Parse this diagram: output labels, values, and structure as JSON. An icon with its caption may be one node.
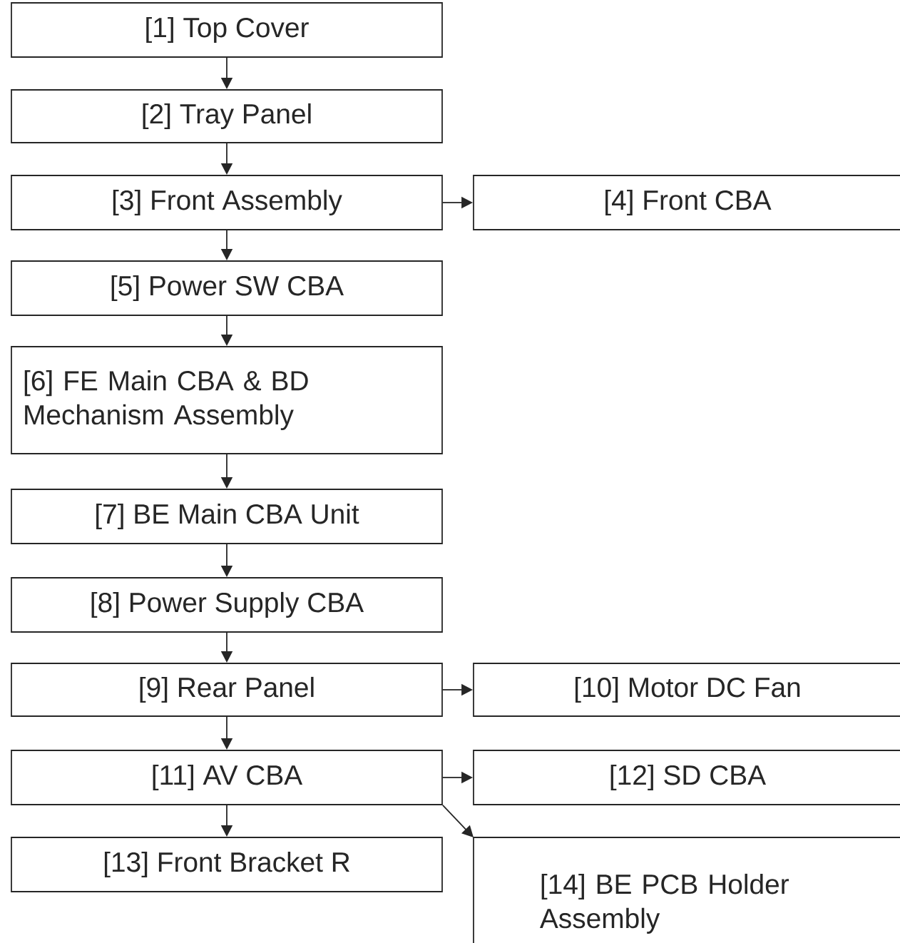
{
  "diagram": {
    "nodes": [
      {
        "text": [
          "[1] Top Cover"
        ]
      },
      {
        "text": [
          "[2] Tray Panel"
        ]
      },
      {
        "text": [
          "[3] Front Assembly"
        ]
      },
      {
        "text": [
          "[4] Front CBA"
        ]
      },
      {
        "text": [
          "[5] Power SW CBA"
        ]
      },
      {
        "text": [
          "[6] FE Main CBA & BD Mechanism Assembly"
        ]
      },
      {
        "text": [
          "[7] BE Main CBA Unit"
        ]
      },
      {
        "text": [
          "[8] Power Supply CBA"
        ]
      },
      {
        "text": [
          "[9] Rear Panel"
        ]
      },
      {
        "text": [
          "[10] Motor DC Fan"
        ]
      },
      {
        "text": [
          "[11] AV CBA"
        ]
      },
      {
        "text": [
          "[12] SD CBA"
        ]
      },
      {
        "text": [
          "[13] Front Bracket R"
        ]
      },
      {
        "text": [
          "[14] BE PCB Holder Assembly"
        ]
      }
    ],
    "edges": [
      {
        "from": 0,
        "to": 1,
        "arrow": "to"
      },
      {
        "from": 1,
        "to": 2,
        "arrow": "to"
      },
      {
        "from": 2,
        "to": 3,
        "arrow": "to"
      },
      {
        "from": 2,
        "to": 4,
        "arrow": "to"
      },
      {
        "from": 4,
        "to": 5,
        "arrow": "to"
      },
      {
        "from": 5,
        "to": 6,
        "arrow": "to"
      },
      {
        "from": 6,
        "to": 7,
        "arrow": "to"
      },
      {
        "from": 7,
        "to": 8,
        "arrow": "to"
      },
      {
        "from": 8,
        "to": 9,
        "arrow": "to"
      },
      {
        "from": 8,
        "to": 10,
        "arrow": "to"
      },
      {
        "from": 10,
        "to": 11,
        "arrow": "to"
      },
      {
        "from": 10,
        "to": 12,
        "arrow": "to"
      },
      {
        "from": 10,
        "to": 13,
        "arrow": "to"
      }
    ]
  }
}
